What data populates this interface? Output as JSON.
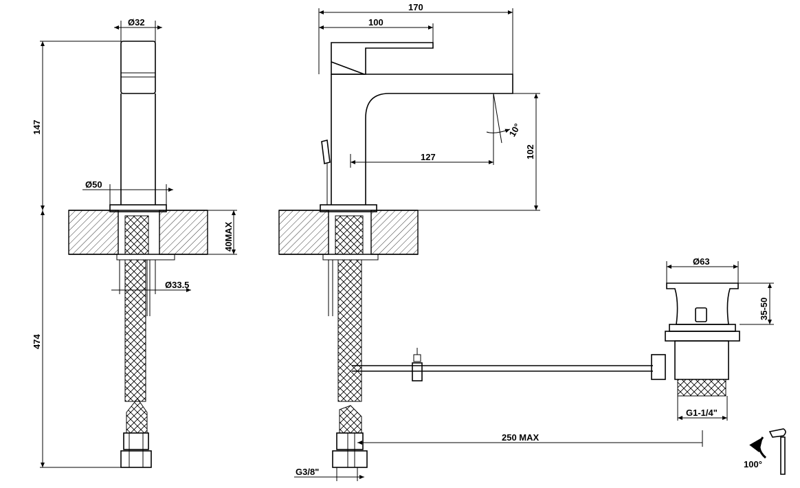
{
  "dimensions": {
    "front_spout_diameter": "Ø32",
    "front_height_upper": "147",
    "front_base_diameter": "Ø50",
    "front_height_lower": "474",
    "front_thread_diameter": "Ø33.5",
    "deck_thickness_max": "40MAX",
    "overall_reach": "170",
    "lever_length": "100",
    "spout_reach": "127",
    "spout_height": "102",
    "flow_angle": "10°",
    "hose_connection": "G3/8\"",
    "pull_rod_max": "250  MAX",
    "waste_diameter": "Ø63",
    "waste_range": "35-50",
    "waste_thread": "G1-1/4\"",
    "lever_rotation": "100°"
  },
  "colors": {
    "line": "#000000",
    "background": "#ffffff"
  },
  "icons": [
    "rotation-arrow-icon",
    "lever-handle-icon"
  ]
}
